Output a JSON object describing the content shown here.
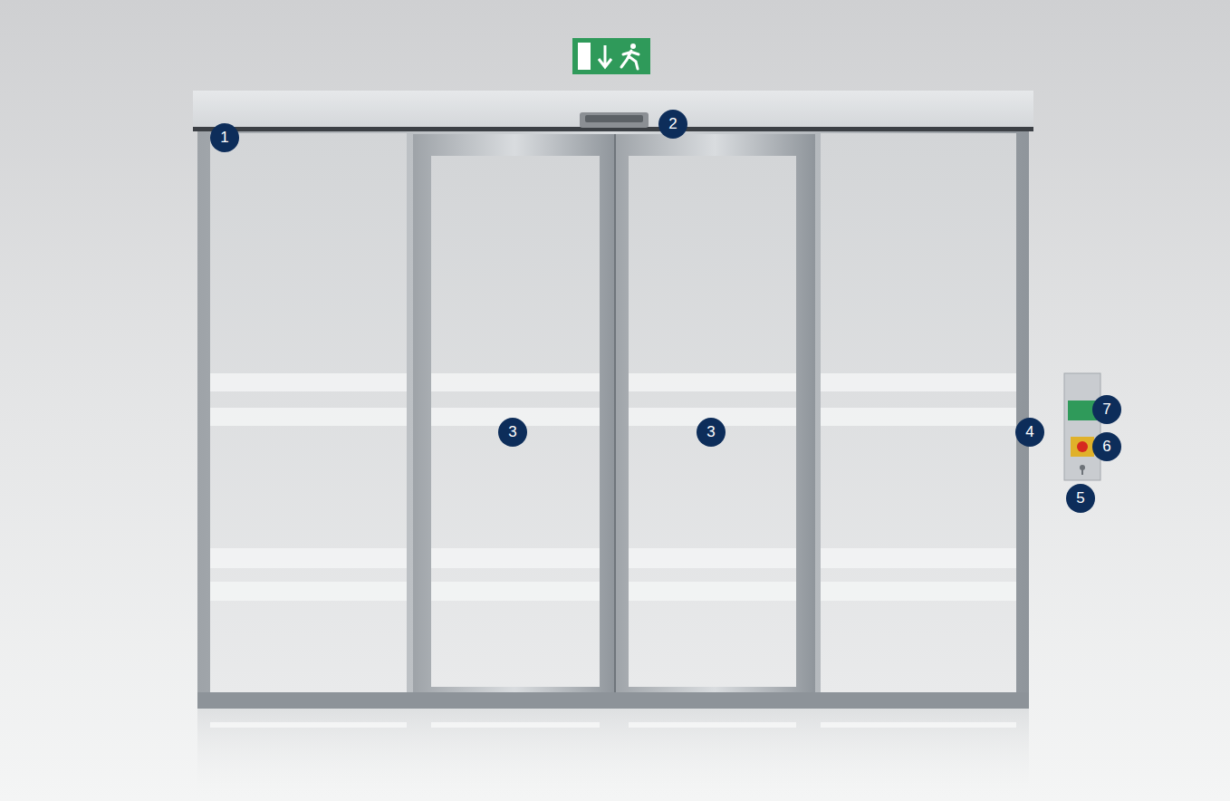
{
  "diagram": {
    "labels": [
      "1",
      "2",
      "3",
      "3",
      "4",
      "5",
      "6",
      "7"
    ]
  }
}
